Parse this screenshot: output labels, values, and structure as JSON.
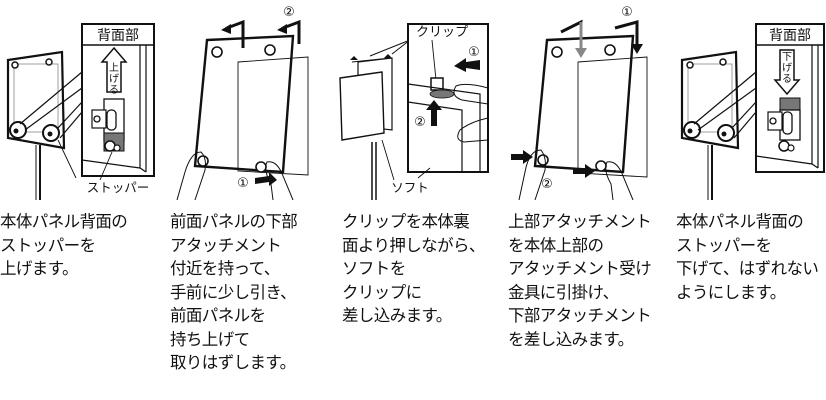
{
  "steps": [
    {
      "labels": {
        "rear": "背面部",
        "arrow": "上げる",
        "stopper": "ストッパー"
      },
      "caption": [
        "本体パネル背面の",
        "ストッパーを",
        "上げます。"
      ]
    },
    {
      "labels": {
        "num1": "①",
        "num2": "②"
      },
      "caption": [
        "前面パネルの下部",
        "アタッチメント",
        "付近を持って、",
        "手前に少し引き、",
        "前面パネルを",
        "持ち上げて",
        "取りはずします。"
      ]
    },
    {
      "labels": {
        "clip": "クリップ",
        "num1": "①",
        "num2": "②",
        "soft": "ソフト"
      },
      "caption": [
        "クリップを本体裏",
        "面より押しながら、",
        "ソフトを",
        "クリップに",
        "差し込みます。"
      ]
    },
    {
      "labels": {
        "num1": "①",
        "num2": "②"
      },
      "caption": [
        "上部アタッチメント",
        "を本体上部の",
        "アタッチメント受け",
        "金具に引掛け、",
        "下部アタッチメント",
        "を差し込みます。"
      ]
    },
    {
      "labels": {
        "rear": "背面部",
        "arrow": "下げる"
      },
      "caption": [
        "本体パネル背面の",
        "ストッパーを",
        "下げて、はずれない",
        "ようにします。"
      ]
    }
  ],
  "colors": {
    "ink": "#111111",
    "gray": "#888888",
    "dark_gray": "#666666"
  }
}
